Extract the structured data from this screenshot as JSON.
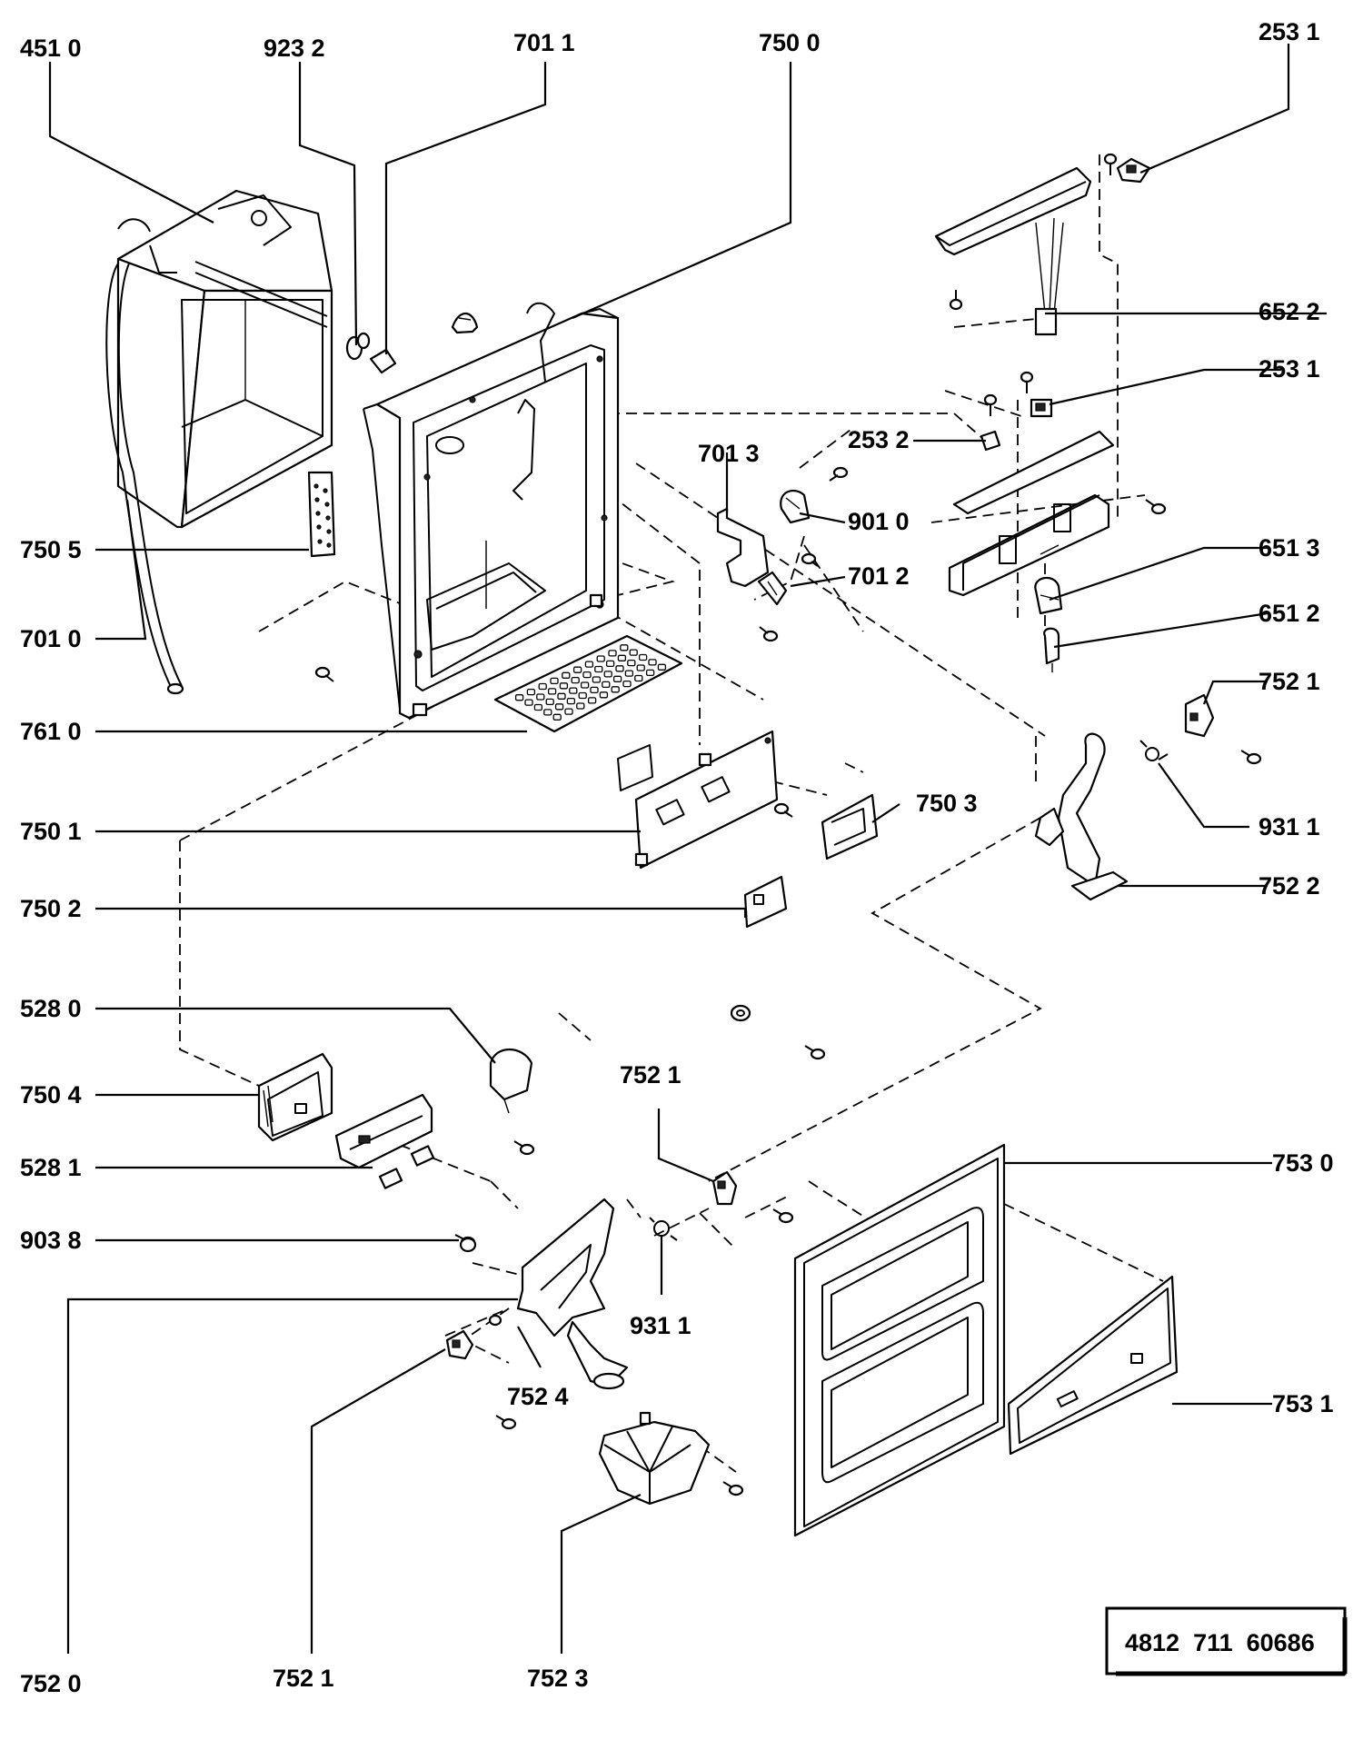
{
  "labels": {
    "l4510": "451 0",
    "l9232": "923 2",
    "l7011": "701 1",
    "l7500": "750 0",
    "l2531a": "253 1",
    "l6522": "652 2",
    "l2531b": "253 1",
    "l2532": "253 2",
    "l7013": "701 3",
    "l9010": "901 0",
    "l7012": "701 2",
    "l6513": "651 3",
    "l6512": "651 2",
    "l7505": "750 5",
    "l7010": "701 0",
    "l7610": "761 0",
    "l7521a": "752 1",
    "l7503": "750 3",
    "l9311a": "931 1",
    "l7501": "750 1",
    "l7522": "752 2",
    "l7502": "750 2",
    "l5280": "528 0",
    "l7521b": "752 1",
    "l7504": "750 4",
    "l7530": "753 0",
    "l5281": "528 1",
    "l9038": "903 8",
    "l9311b": "931 1",
    "l7524": "752 4",
    "l7531": "753 1",
    "l7520": "752 0",
    "l7521c": "752 1",
    "l7523": "752 3"
  },
  "doc_code": "4812  711  60686"
}
